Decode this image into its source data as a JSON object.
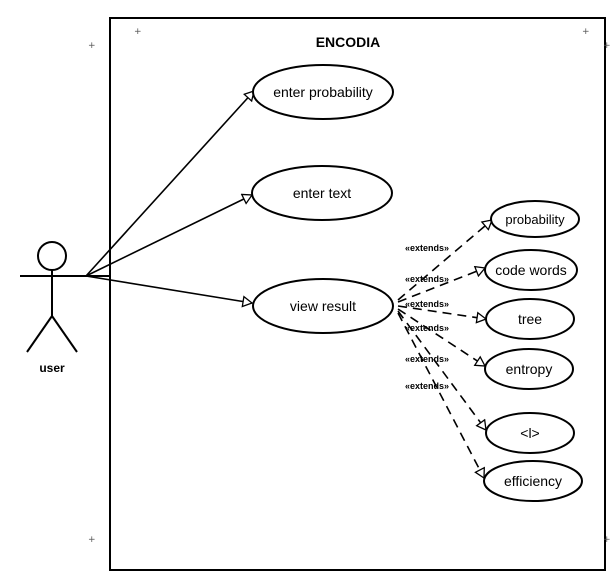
{
  "system": {
    "title": "ENCODIA"
  },
  "actor": {
    "name": "user"
  },
  "use_cases": {
    "enter_probability": "enter probability",
    "enter_text": "enter text",
    "view_result": "view result",
    "probability": "probability",
    "code_words": "code words",
    "tree": "tree",
    "entropy": "entropy",
    "avg_length": "<l>",
    "efficiency": "efficiency"
  },
  "relations": {
    "extends_1": "«extends»",
    "extends_2": "«extends»",
    "extends_3": "«extends»",
    "extends_4": "«extends»",
    "extends_5": "«extends»",
    "extends_6": "«extends»"
  },
  "handles": {
    "plus": "+"
  }
}
